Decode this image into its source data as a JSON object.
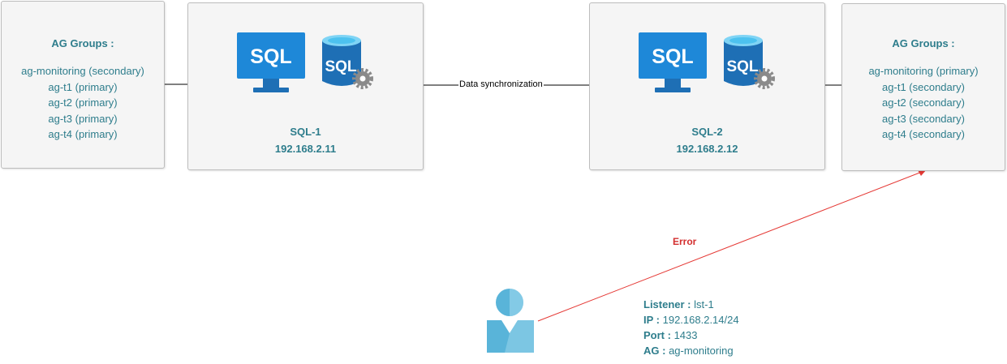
{
  "left_ag": {
    "title": "AG Groups :",
    "lines": [
      "ag-monitoring (secondary)",
      "ag-t1 (primary)",
      "ag-t2 (primary)",
      "ag-t3 (primary)",
      "ag-t4 (primary)"
    ]
  },
  "server1": {
    "name": "SQL-1",
    "ip": "192.168.2.11",
    "icon_text": "SQL"
  },
  "server2": {
    "name": "SQL-2",
    "ip": "192.168.2.12",
    "icon_text": "SQL"
  },
  "right_ag": {
    "title": "AG Groups :",
    "lines": [
      "ag-monitoring (primary)",
      "ag-t1 (secondary)",
      "ag-t2 (secondary)",
      "ag-t3 (secondary)",
      "ag-t4 (secondary)"
    ]
  },
  "sync_label": "Data synchronization",
  "error_label": "Error",
  "listener": {
    "listener_key": "Listener :",
    "listener_val": " lst-1",
    "ip_key": "IP :",
    "ip_val": " 192.168.2.14/24",
    "port_key": "Port :",
    "port_val": " 1433",
    "ag_key": "AG :",
    "ag_val": " ag-monitoring"
  },
  "colors": {
    "accent": "#2e7d8c",
    "error": "#d32f2f",
    "icon_blue": "#1e88d8",
    "user_icon": "#59b4d9"
  }
}
